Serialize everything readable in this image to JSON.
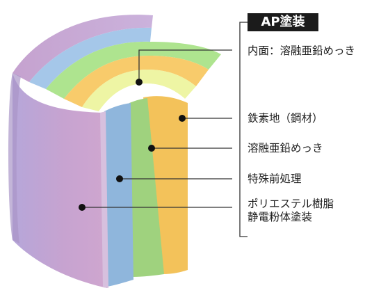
{
  "title": "AP塗装",
  "labels": {
    "inner": "内面：溶融亜鉛めっき",
    "steel": "鉄素地（鋼材）",
    "zinc": "溶融亜鉛めっき",
    "pretreatment": "特殊前処理",
    "coating_line1": "ポリエステル樹脂",
    "coating_line2": "静電粉体塗装"
  },
  "colors": {
    "coating": "#c6a6d2",
    "pretreatment": "#8db3da",
    "zinc_outer": "#9fd27e",
    "steel": "#f3c25a",
    "inner_zinc": "#eef5a4",
    "leader": "#333333",
    "badge": "#1b1b1b"
  }
}
